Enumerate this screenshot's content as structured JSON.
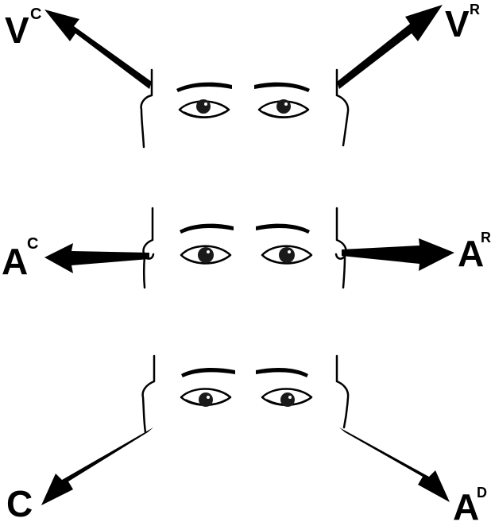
{
  "colors": {
    "ink": "#000000",
    "background": "#ffffff",
    "iris": "#1a1a1a"
  },
  "labels": {
    "top_left": {
      "main": "V",
      "sup": "C"
    },
    "top_right": {
      "main": "V",
      "sup": "R"
    },
    "middle_left": {
      "main": "A",
      "sup": "C"
    },
    "middle_right": {
      "main": "A",
      "sup": "R"
    },
    "bottom_left": {
      "main": "C",
      "sup": ""
    },
    "bottom_right": {
      "main": "A",
      "sup": "D"
    }
  },
  "faces": [
    {
      "name": "face-top",
      "gaze": "up"
    },
    {
      "name": "face-middle",
      "gaze": "straight"
    },
    {
      "name": "face-bottom",
      "gaze": "down"
    }
  ]
}
